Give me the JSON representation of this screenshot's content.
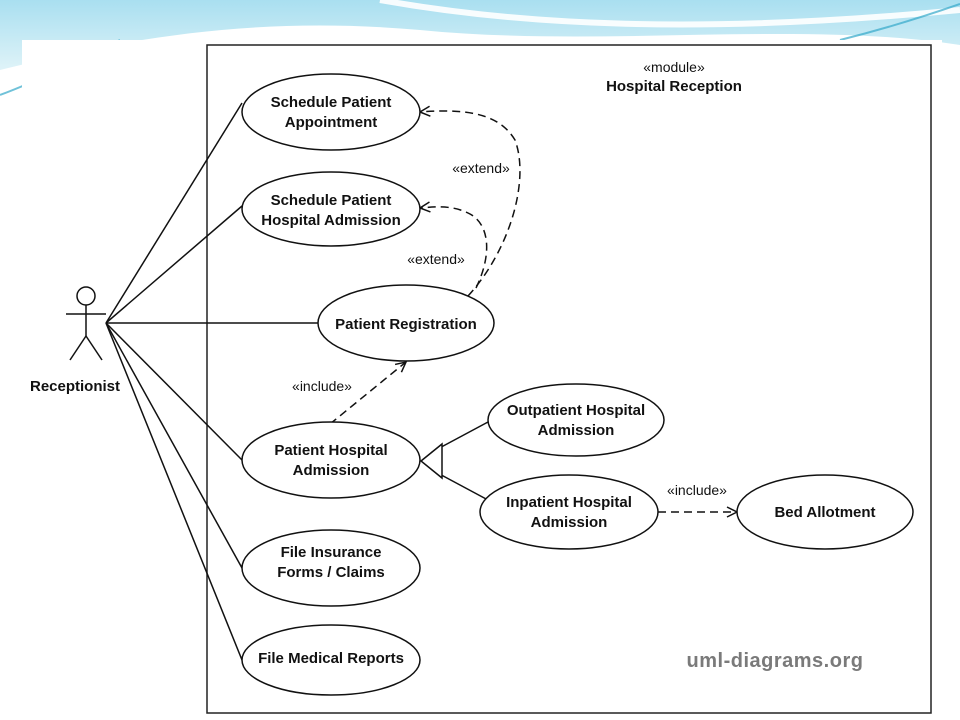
{
  "colors": {
    "slide_top_band": "#bfe6f0",
    "slide_accent": "#33a8c9",
    "ink": "#111111",
    "watermark": "#7a7a7a"
  },
  "module": {
    "stereotype": "«module»",
    "name": "Hospital Reception"
  },
  "actor": {
    "name": "Receptionist"
  },
  "use_cases": {
    "schedule_appointment": [
      "Schedule Patient",
      "Appointment"
    ],
    "schedule_admission": [
      "Schedule Patient",
      "Hospital Admission"
    ],
    "patient_registration": [
      "Patient Registration"
    ],
    "patient_hospital_admission": [
      "Patient Hospital",
      "Admission"
    ],
    "file_insurance": [
      "File Insurance",
      "Forms / Claims"
    ],
    "file_medical_reports": [
      "File Medical Reports"
    ],
    "outpatient_admission": [
      "Outpatient Hospital",
      "Admission"
    ],
    "inpatient_admission": [
      "Inpatient Hospital",
      "Admission"
    ],
    "bed_allotment": [
      "Bed Allotment"
    ]
  },
  "relationships": {
    "extend_label": "«extend»",
    "include_label": "«include»"
  },
  "watermark": "uml-diagrams.org"
}
